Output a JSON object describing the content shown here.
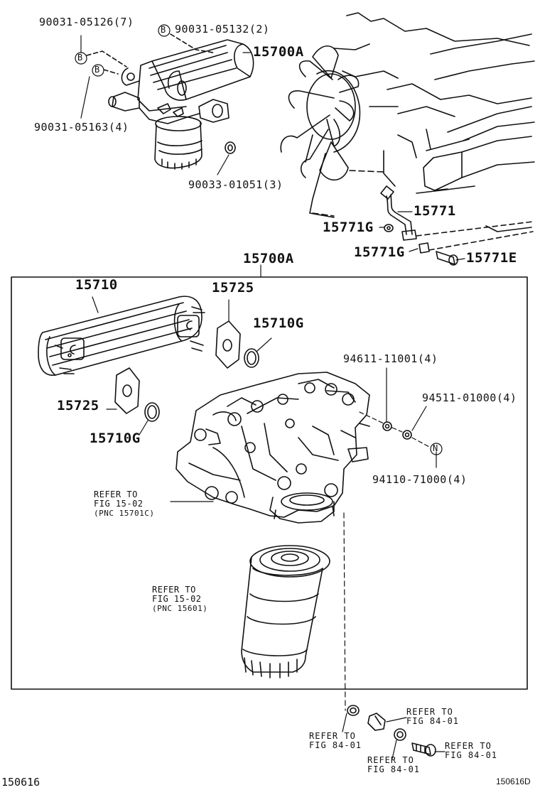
{
  "labels": {
    "p90031_05126": "90031-05126(7)",
    "p90031_05132": "90031-05132(2)",
    "p15700A_top": "15700A",
    "p90031_05163": "90031-05163(4)",
    "p90033_01051": "90033-01051(3)",
    "p15771": "15771",
    "p15771G_a": "15771G",
    "p15771G_b": "15771G",
    "p15771E": "15771E",
    "p15700A_box": "15700A",
    "p15710": "15710",
    "p15725_a": "15725",
    "p15710G_a": "15710G",
    "p15725_b": "15725",
    "p15710G_b": "15710G",
    "p94611": "94611-11001(4)",
    "p94511": "94511-01000(4)",
    "p94110": "94110-71000(4)"
  },
  "markers": {
    "b_symbol": "B",
    "n_symbol": "N"
  },
  "refs": {
    "r1_line1": "REFER TO",
    "r1_line2": "FIG 15-02",
    "r1_line3": "(PNC 15701C)",
    "r2_line1": "REFER TO",
    "r2_line2": "FIG 15-02",
    "r2_line3": "(PNC 15601)",
    "r3_line1": "REFER TO",
    "r3_line2": "FIG 84-01",
    "r4_line1": "REFER TO",
    "r4_line2": "FIG 84-01",
    "r5_line1": "REFER TO",
    "r5_line2": "FIG 84-01",
    "r6_line1": "REFER TO",
    "r6_line2": "FIG 84-01"
  },
  "footer": {
    "left_code": "150616",
    "right_code": "150616D"
  }
}
